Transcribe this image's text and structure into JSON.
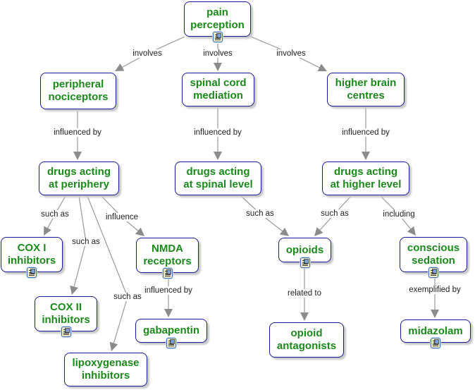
{
  "colors": {
    "node_border": "#1a1a9c",
    "node_text": "#1a8a1a",
    "edge": "#9a9a9a",
    "link_text": "#222222"
  },
  "nodes": [
    {
      "id": "pain",
      "label": "pain\nperception",
      "icon": true
    },
    {
      "id": "periph",
      "label": "peripheral\nnociceptors",
      "icon": false
    },
    {
      "id": "spinal",
      "label": "spinal cord\nmediation",
      "icon": false
    },
    {
      "id": "higher",
      "label": "higher brain\ncentres",
      "icon": false
    },
    {
      "id": "dperiph",
      "label": "drugs acting\nat periphery",
      "icon": false
    },
    {
      "id": "dspinal",
      "label": "drugs acting\nat spinal level",
      "icon": false
    },
    {
      "id": "dhigher",
      "label": "drugs acting\nat higher level",
      "icon": false
    },
    {
      "id": "cox1",
      "label": "COX I\ninhibitors",
      "icon": true
    },
    {
      "id": "cox2",
      "label": "COX II\ninhibitors",
      "icon": true
    },
    {
      "id": "nmda",
      "label": "NMDA\nreceptors",
      "icon": true
    },
    {
      "id": "gaba",
      "label": "gabapentin",
      "icon": true
    },
    {
      "id": "lipox",
      "label": "lipoxygenase\ninhibitors",
      "icon": false
    },
    {
      "id": "opioids",
      "label": "opioids",
      "icon": true
    },
    {
      "id": "antag",
      "label": "opioid\nantagonists",
      "icon": false
    },
    {
      "id": "sedation",
      "label": "conscious\nsedation",
      "icon": true
    },
    {
      "id": "midaz",
      "label": "midazolam",
      "icon": true
    }
  ],
  "links": [
    {
      "from": "pain",
      "to": "periph",
      "label": "involves"
    },
    {
      "from": "pain",
      "to": "spinal",
      "label": "involves"
    },
    {
      "from": "pain",
      "to": "higher",
      "label": "involves"
    },
    {
      "from": "periph",
      "to": "dperiph",
      "label": "influenced by"
    },
    {
      "from": "spinal",
      "to": "dspinal",
      "label": "influenced by"
    },
    {
      "from": "higher",
      "to": "dhigher",
      "label": "influenced by"
    },
    {
      "from": "dperiph",
      "to": "cox1",
      "label": "such as"
    },
    {
      "from": "dperiph",
      "to": "cox2",
      "label": "such as"
    },
    {
      "from": "dperiph",
      "to": "lipox",
      "label": "such as"
    },
    {
      "from": "dperiph",
      "to": "nmda",
      "label": "influence"
    },
    {
      "from": "nmda",
      "to": "gaba",
      "label": "influenced by"
    },
    {
      "from": "dspinal",
      "to": "opioids",
      "label": "such as"
    },
    {
      "from": "dhigher",
      "to": "opioids",
      "label": "such as"
    },
    {
      "from": "dhigher",
      "to": "sedation",
      "label": "including"
    },
    {
      "from": "opioids",
      "to": "antag",
      "label": "related to"
    },
    {
      "from": "sedation",
      "to": "midaz",
      "label": "exemplified by"
    }
  ]
}
